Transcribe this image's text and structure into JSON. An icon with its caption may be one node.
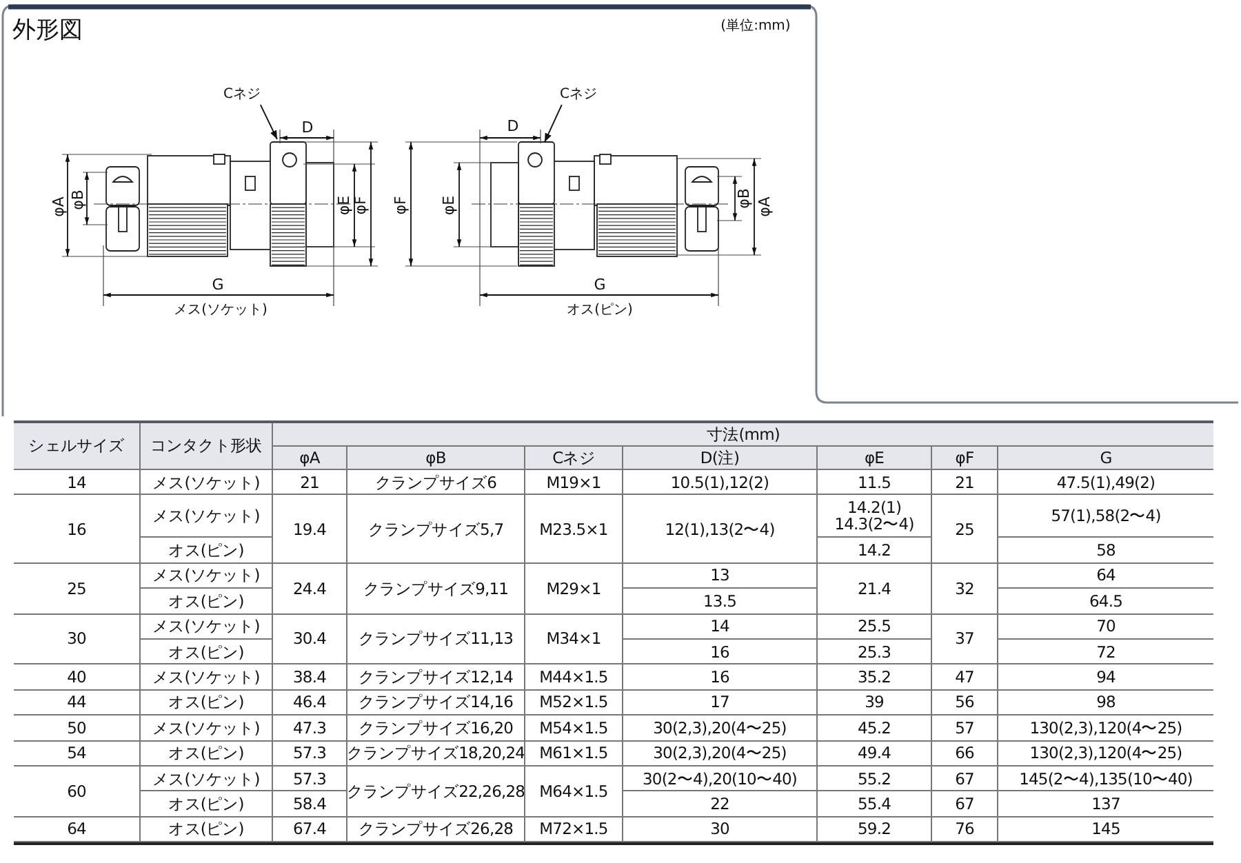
{
  "diagram": {
    "title": "外形図",
    "nodes": [
      {
        "text": [
          "Cネジ"
        ]
      },
      {
        "text": [
          "Cネジ"
        ]
      }
    ],
    "edges": [
      {
        "from": 0,
        "to": null,
        "arrow": "to"
      },
      {
        "from": 1,
        "to": null,
        "arrow": "to"
      }
    ],
    "labels": [
      "(単位:mm)",
      "D",
      "φA",
      "φB",
      "φE",
      "φF",
      "G",
      "メス(ソケット)",
      "D",
      "φF",
      "φE",
      "φB",
      "φA",
      "G",
      "オス(ピン)",
      "シェルサイズ",
      "コンタクト形状",
      "寸法(mm)",
      "φA",
      "φB",
      "Cネジ",
      "D(注)",
      "φE",
      "φF",
      "G",
      "14",
      "メス(ソケット)",
      "21",
      "クランプサイズ6",
      "M19×1",
      "10.5(1),12(2)",
      "11.5",
      "21",
      "47.5(1),49(2)",
      "16",
      "メス(ソケット)",
      "19.4",
      "クランプサイズ5,7",
      "M23.5×1",
      "12(1),13(2〜4)",
      "14.2(1) 14.3(2〜4)",
      "25",
      "57(1),58(2〜4)",
      "オス(ピン)",
      "14.2",
      "58",
      "25",
      "メス(ソケット)",
      "24.4",
      "クランプサイズ9,11",
      "M29×1",
      "13",
      "21.4",
      "32",
      "64",
      "オス(ピン)",
      "13.5",
      "64.5",
      "30",
      "メス(ソケット)",
      "30.4",
      "クランプサイズ11,13",
      "M34×1",
      "14",
      "25.5",
      "37",
      "70",
      "オス(ピン)",
      "16",
      "25.3",
      "72",
      "40",
      "メス(ソケット)",
      "38.4",
      "クランプサイズ12,14",
      "M44×1.5",
      "16",
      "35.2",
      "47",
      "94",
      "44",
      "オス(ピン)",
      "46.4",
      "クランプサイズ14,16",
      "M52×1.5",
      "17",
      "39",
      "56",
      "98",
      "50",
      "メス(ソケット)",
      "47.3",
      "クランプサイズ16,20",
      "M54×1.5",
      "30(2,3),20(4〜25)",
      "45.2",
      "57",
      "130(2,3),120(4〜25)",
      "54",
      "オス(ピン)",
      "57.3",
      "クランプサイズ18,20,24",
      "M61×1.5",
      "30(2,3),20(4〜25)",
      "49.4",
      "66",
      "130(2,3),120(4〜25)",
      "60",
      "メス(ソケット)",
      "57.3",
      "クランプサイズ22,26,28",
      "M64×1.5",
      "30(2〜4),20(10〜40)",
      "55.2",
      "67",
      "145(2〜4),135(10〜40)",
      "オス(ピン)",
      "58.4",
      "22",
      "55.4",
      "67",
      "137",
      "64",
      "オス(ピン)",
      "67.4",
      "クランプサイズ26,28",
      "M72×1.5",
      "30",
      "59.2",
      "76",
      "145"
    ]
  }
}
